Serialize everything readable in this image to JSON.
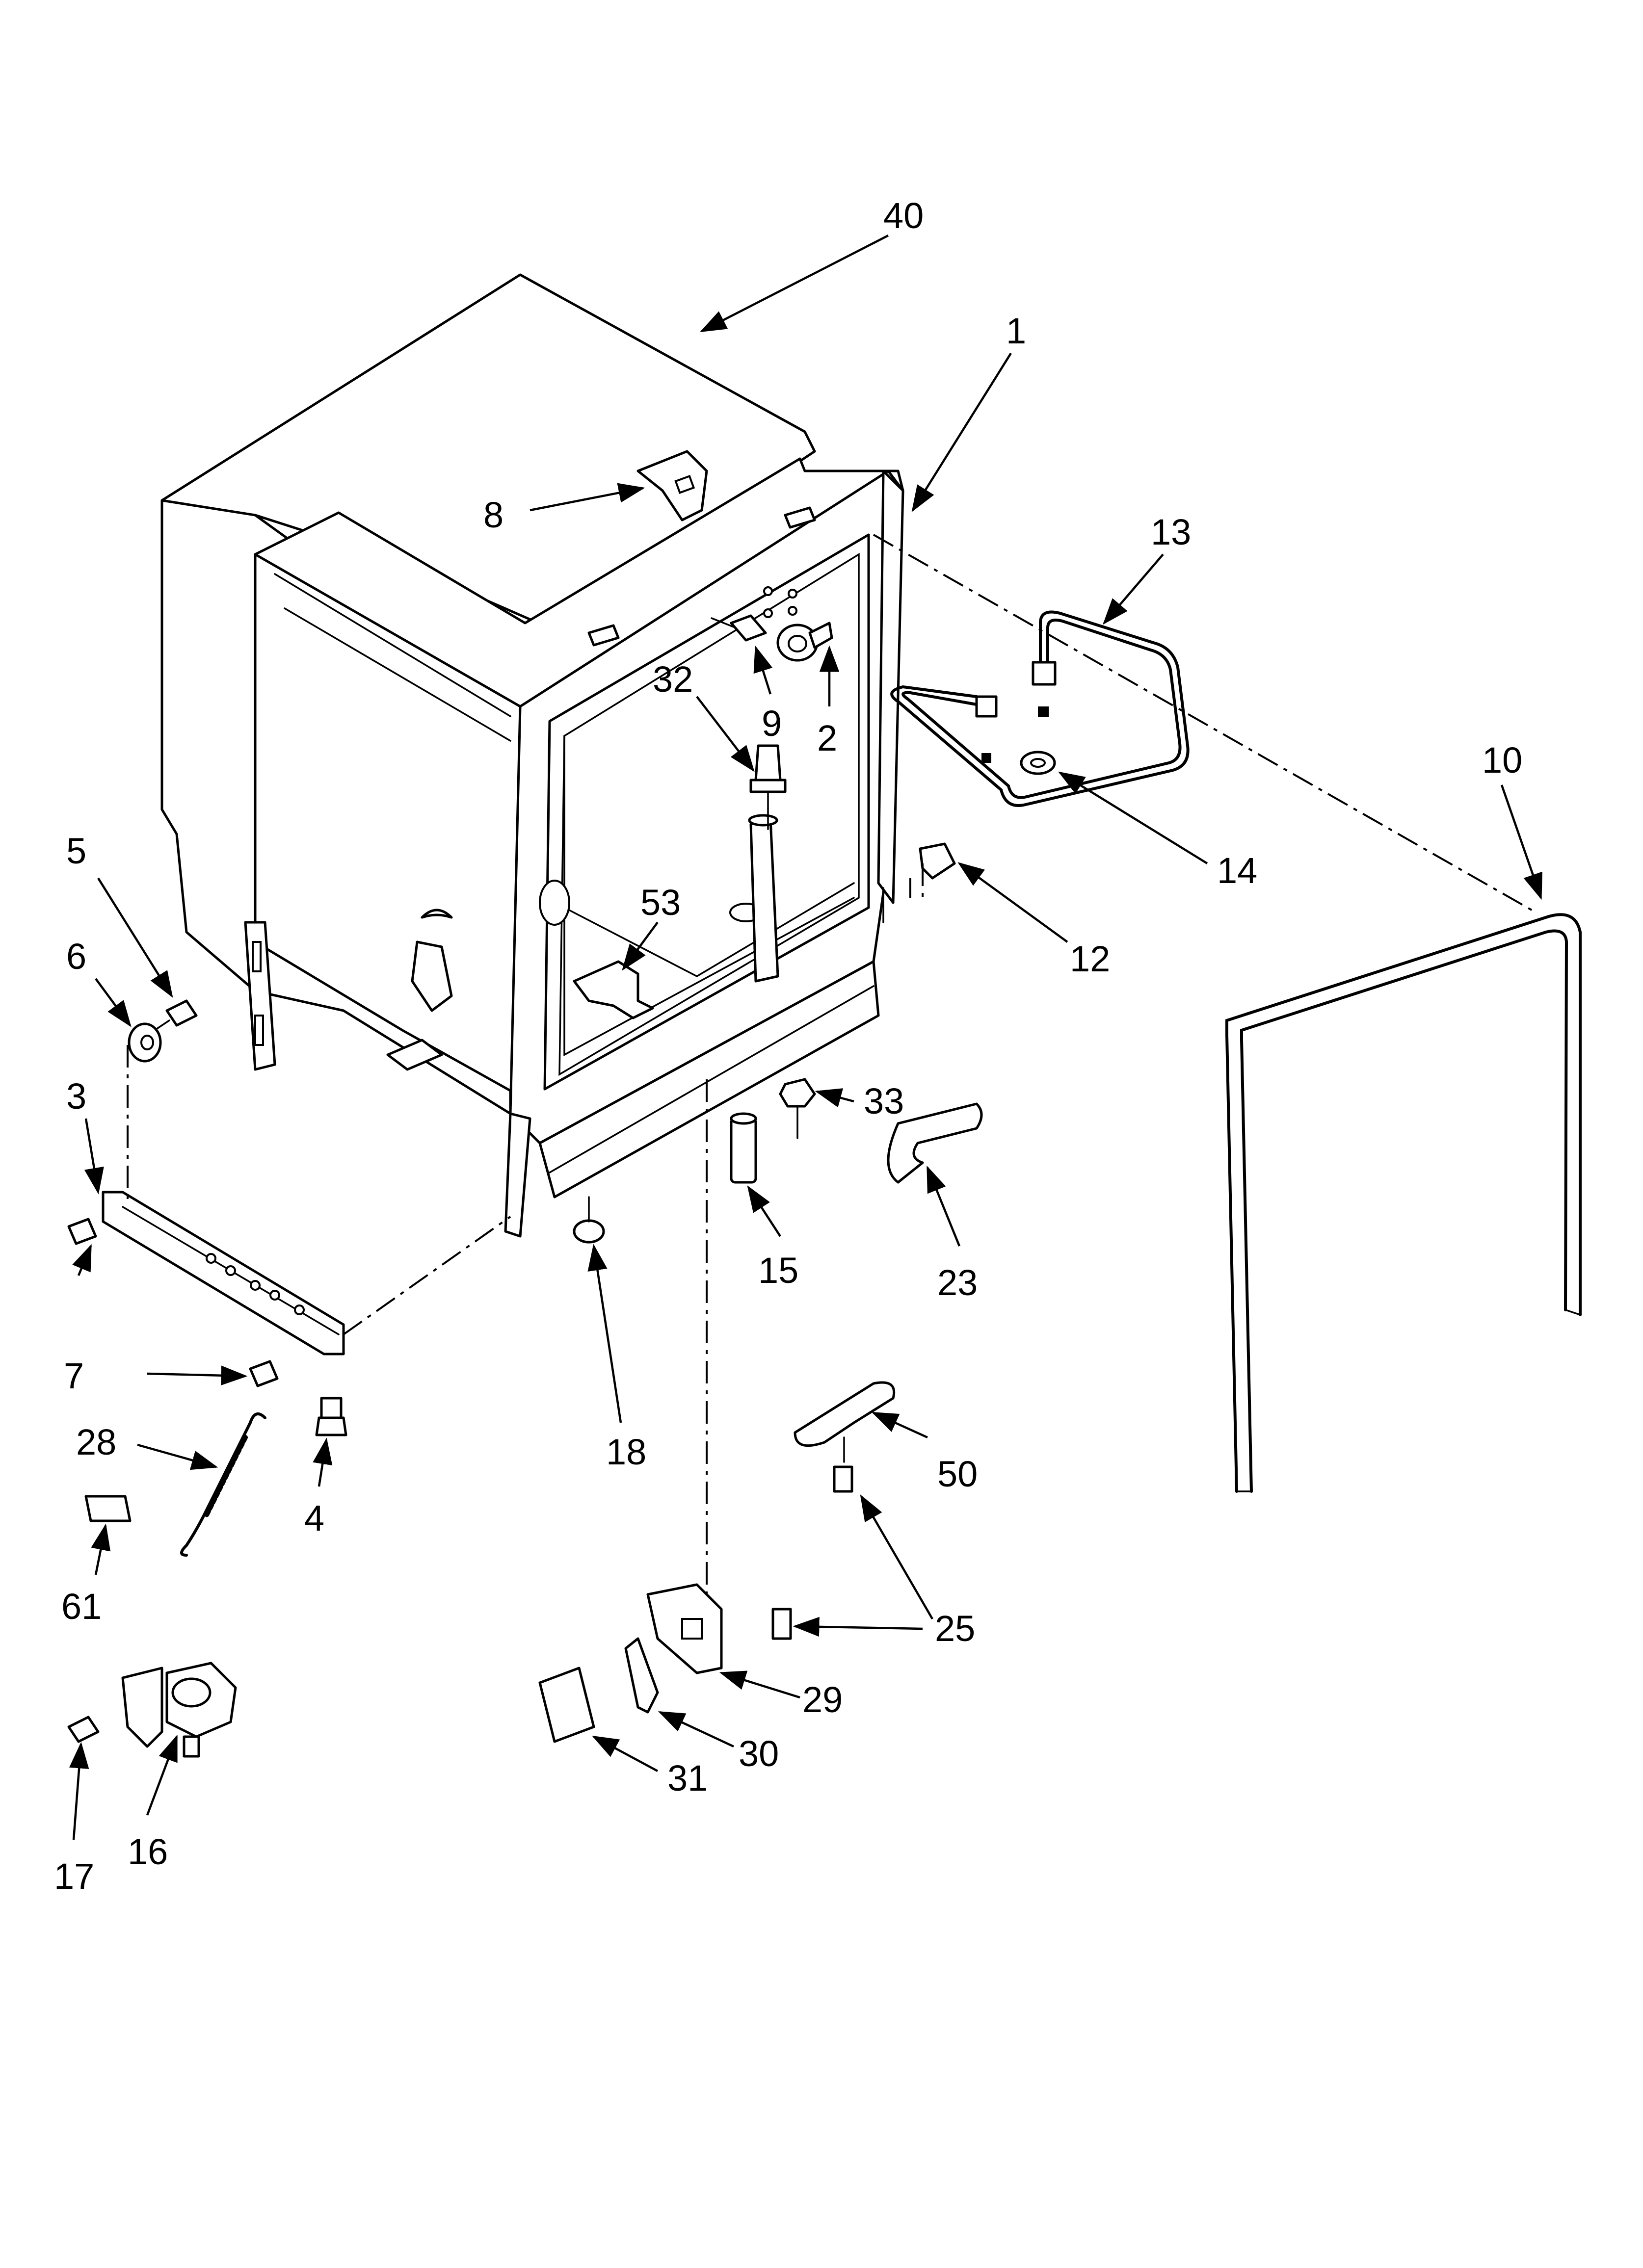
{
  "callouts": [
    {
      "id": "c40",
      "label": "40"
    },
    {
      "id": "c1",
      "label": "1"
    },
    {
      "id": "c13",
      "label": "13"
    },
    {
      "id": "c8",
      "label": "8"
    },
    {
      "id": "c32",
      "label": "32"
    },
    {
      "id": "c9",
      "label": "9"
    },
    {
      "id": "c2",
      "label": "2"
    },
    {
      "id": "c10",
      "label": "10"
    },
    {
      "id": "c14",
      "label": "14"
    },
    {
      "id": "c5",
      "label": "5"
    },
    {
      "id": "c6",
      "label": "6"
    },
    {
      "id": "c53",
      "label": "53"
    },
    {
      "id": "c12",
      "label": "12"
    },
    {
      "id": "c3",
      "label": "3"
    },
    {
      "id": "c33",
      "label": "33"
    },
    {
      "id": "c15",
      "label": "15"
    },
    {
      "id": "c23",
      "label": "23"
    },
    {
      "id": "c7",
      "label": "7"
    },
    {
      "id": "c28",
      "label": "28"
    },
    {
      "id": "c4",
      "label": "4"
    },
    {
      "id": "c18",
      "label": "18"
    },
    {
      "id": "c50",
      "label": "50"
    },
    {
      "id": "c61",
      "label": "61"
    },
    {
      "id": "c25",
      "label": "25"
    },
    {
      "id": "c29",
      "label": "29"
    },
    {
      "id": "c30",
      "label": "30"
    },
    {
      "id": "c31",
      "label": "31"
    },
    {
      "id": "c16",
      "label": "16"
    },
    {
      "id": "c17",
      "label": "17"
    }
  ]
}
